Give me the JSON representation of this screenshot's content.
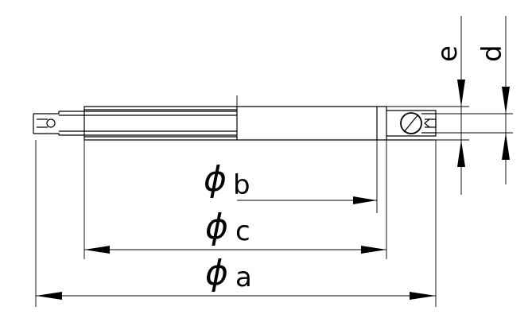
{
  "diagram": {
    "dimensions": {
      "b": "b",
      "c": "c",
      "a": "a",
      "e": "e",
      "d": "d"
    },
    "diameter_symbol": "ϕ"
  }
}
